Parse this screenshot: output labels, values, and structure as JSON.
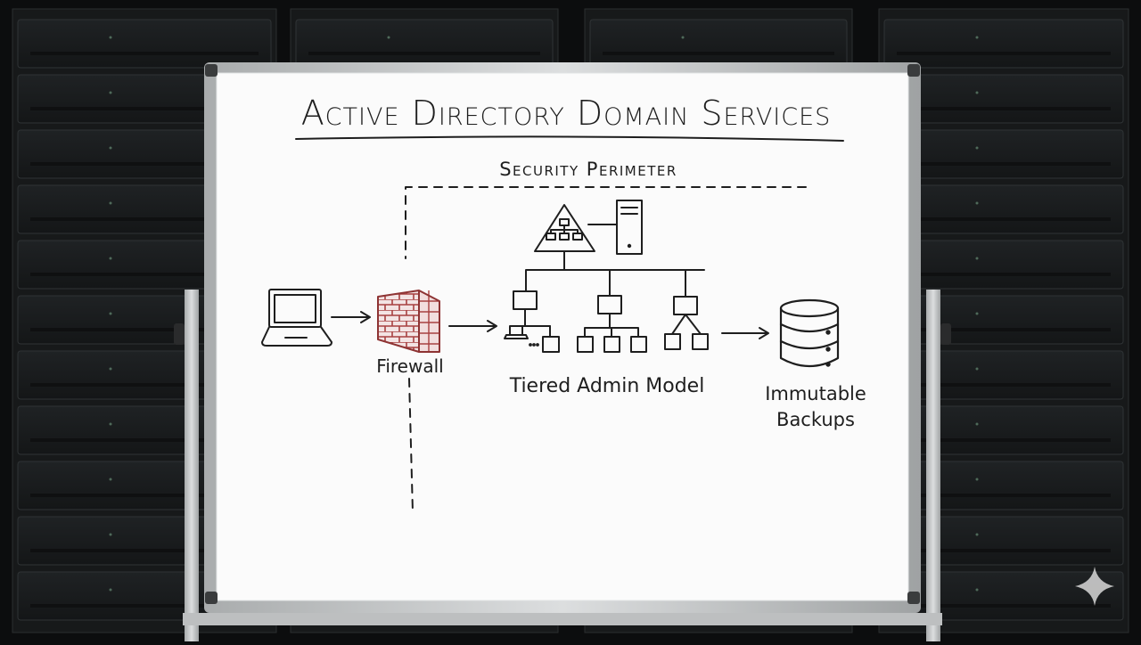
{
  "title": "Active Directory Domain Services",
  "perimeter_label": "Security Perimeter",
  "firewall_label": "Firewall",
  "tiered_label": "Tiered Admin Model",
  "backups_label_line1": "Immutable",
  "backups_label_line2": "Backups",
  "colors": {
    "ink": "#1e1e1e",
    "firewall": "#a84040",
    "board": "#fbfbfb",
    "frame": "#c9cbcc",
    "background": "#0c0d0e"
  },
  "icons": [
    "laptop-icon",
    "firewall-icon",
    "directory-triangle-icon",
    "server-icon",
    "org-chart-icon",
    "database-icon",
    "sparkle-icon"
  ]
}
